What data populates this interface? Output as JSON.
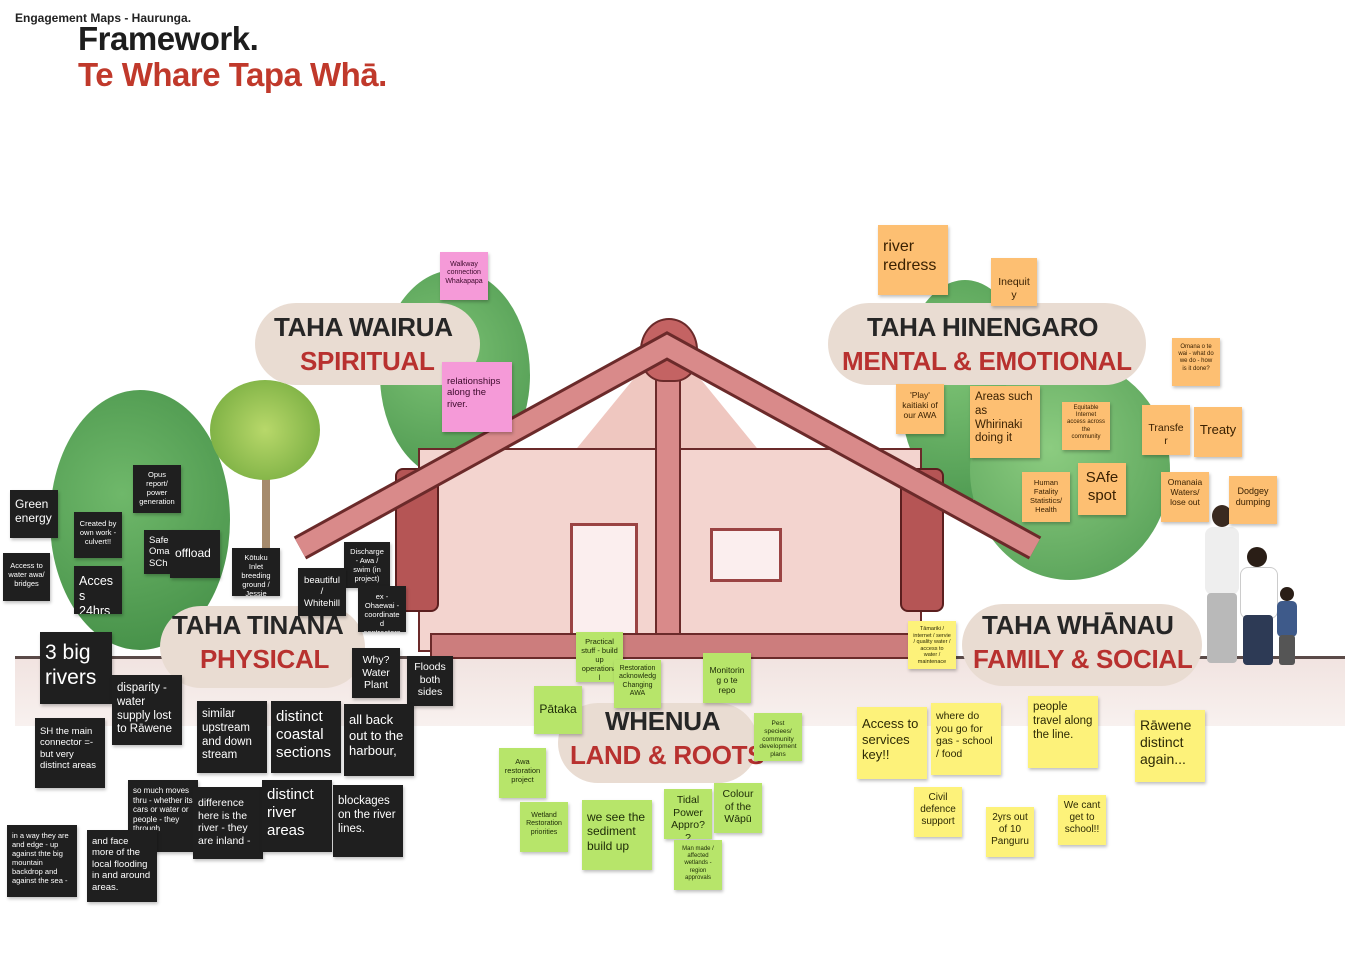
{
  "board": {
    "title": "Engagement Maps - Haurunga.",
    "heading_line1": "Framework.",
    "heading_line2": "Te Whare Tapa Whā."
  },
  "sections": {
    "wairua": {
      "title": "TAHA WAIRUA",
      "subtitle": "SPIRITUAL"
    },
    "hinengaro": {
      "title": "TAHA HINENGARO",
      "subtitle": "MENTAL & EMOTIONAL"
    },
    "tinana": {
      "title": "TAHA TINANA",
      "subtitle": "PHYSICAL"
    },
    "whanau": {
      "title": "TAHA WHĀNAU",
      "subtitle": "FAMILY & SOCIAL"
    },
    "whenua": {
      "title": "WHENUA",
      "subtitle": "LAND & ROOTS"
    }
  },
  "colors": {
    "black_note": "#1f1f1f",
    "green_note": "#b7e56a",
    "orange_note": "#fdbf72",
    "yellow_note": "#fdf27a",
    "pink_note": "#f59ad8",
    "accent_red": "#c0392b"
  },
  "notes": {
    "pink": [
      "Walkway connection Whakapapa",
      "relationships along the river."
    ],
    "black": [
      "Green energy",
      "Opus report/ power generation",
      "Created by own work - culvert!!",
      "Safe s Omar SCh",
      "offload",
      "Access to water awa/ bridges",
      "Access 24hrs",
      "Kōtuku Inlet breeding ground / Jessie McVie",
      "Discharge - Awa / swim (in project)",
      "beautiful / Whitehill",
      "ex - Ohaewai - coordinated contractors",
      "3 big rivers",
      "disparity - water supply lost to Rāwene",
      "Why? Water Plant",
      "Floods both sides",
      "SH the main connector =- but very distinct areas",
      "similar upstream and down stream",
      "distinct coastal sections",
      "all back out to the harbour,",
      "so much moves thru - whether its cars or water or people - they through",
      "difference here is the river - they are inland -",
      "distinct river areas",
      "blockages on the river lines.",
      "in a way they are and edge - up against thte big mountain backdrop and against the sea -",
      "and face more of the local flooding in and around areas."
    ],
    "green": [
      "Practical stuff - build up operational",
      "Restoration acknowledg Changing AWA",
      "Monitoring o te repo",
      "Pātaka",
      "Pest speciees/ community development plans",
      "Awa restoration project",
      "Wetland Restoration priorities",
      "we see the sediment build up",
      "Tidal Power Appro??",
      "Colour of the Wāpū",
      "Man made / affected wetlands - region approvals"
    ],
    "orange": [
      "river redress",
      "Inequity",
      "'Play' kaitiaki of our AWA",
      "Areas such as Whirinaki doing it",
      "Equitable Internet access across the community",
      "Human Fatality Statistics/ Health",
      "SAfe spot",
      "Omana o te wai - what do we do - how is it done?",
      "Transfer",
      "Treaty",
      "Omanaia Waters/ lose out",
      "Dodgey dumping"
    ],
    "yellow": [
      "Tāmariki / internet / servie / quality water / access to water / maintenace",
      "Access to services key!!",
      "where do you go for gas - school / food",
      "people travel along the line.",
      "Rāwene distinct again...",
      "Civil defence support",
      "2yrs out of 10 Panguru",
      "We cant get to school!!"
    ]
  }
}
